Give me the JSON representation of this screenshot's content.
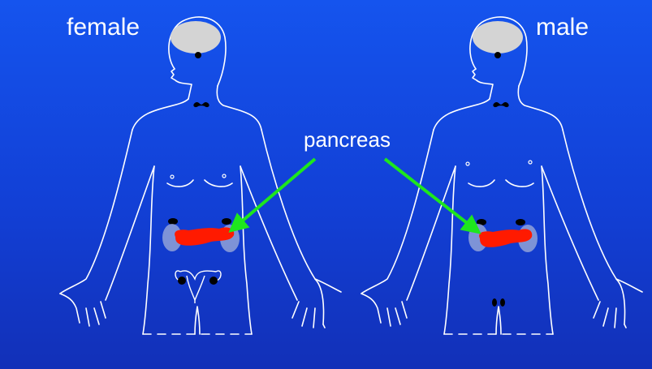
{
  "labels": {
    "female": "female",
    "male": "male",
    "pancreas": "pancreas"
  },
  "colors": {
    "background_top": "#1554ee",
    "background_bottom": "#1230b8",
    "outline": "#ffffff",
    "brain": "#d4d4d4",
    "pancreas": "#ff1a00",
    "kidney": "#9aa9d8",
    "arrow": "#1ee61e",
    "gland": "#000000"
  },
  "figures": [
    {
      "id": "female",
      "organs": [
        "brain-icon",
        "pituitary-icon",
        "thyroid-icon",
        "adrenal-icon",
        "kidney-icon",
        "pancreas-icon",
        "uterus-ovaries-icon"
      ]
    },
    {
      "id": "male",
      "organs": [
        "brain-icon",
        "pituitary-icon",
        "thyroid-icon",
        "adrenal-icon",
        "kidney-icon",
        "pancreas-icon",
        "testes-icon"
      ]
    }
  ]
}
